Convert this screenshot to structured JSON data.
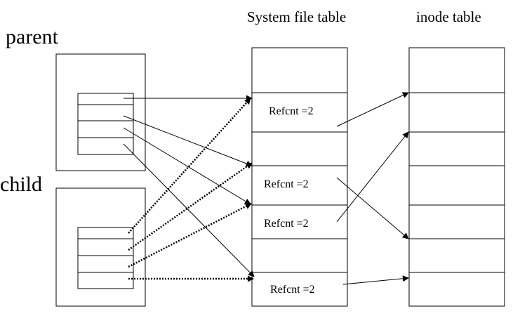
{
  "labels": {
    "parent": "parent",
    "child": "child",
    "system_file_table": "System file table",
    "inode_table": "inode table"
  },
  "refcounts": [
    "Refcnt =2",
    "Refcnt =2",
    "Refcnt =2",
    "Refcnt =2"
  ],
  "colors": {
    "line": "#000000",
    "background": "#ffffff"
  }
}
